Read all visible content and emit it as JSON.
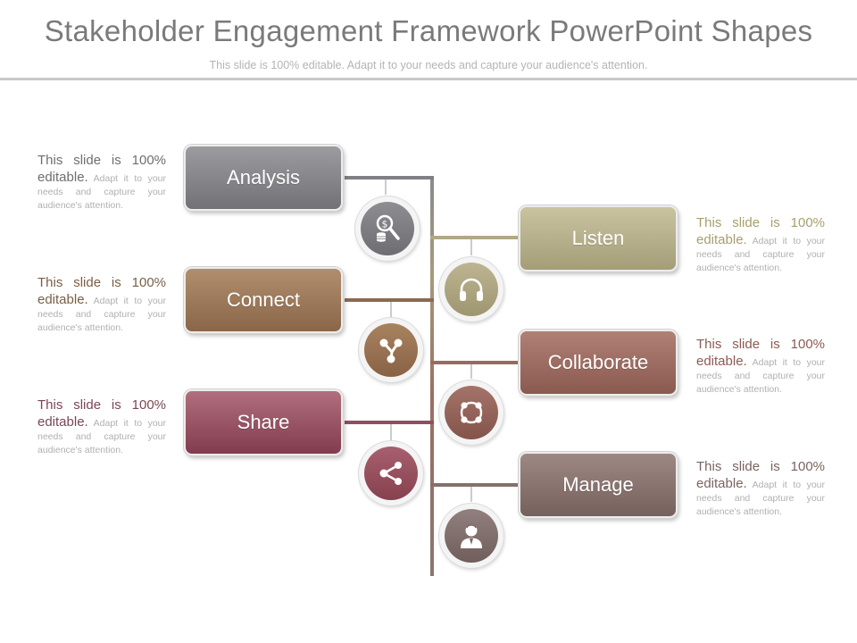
{
  "title": "Stakeholder Engagement Framework PowerPoint Shapes",
  "subtitle": "This slide is 100% editable. Adapt it to your needs and capture your audience's attention.",
  "desc_lead": "This slide is 100% editable.",
  "desc_rest": "Adapt it to your needs and capture your audience's attention.",
  "colors": {
    "gray": "#8a8a8e",
    "tan": "#b5af8a",
    "brown": "#9a7658",
    "rose": "#9c5866",
    "collab": "#9d6b62",
    "manage": "#8c7470"
  },
  "left_items": [
    {
      "label": "Analysis",
      "icon": "money-search-icon"
    },
    {
      "label": "Connect",
      "icon": "network-icon"
    },
    {
      "label": "Share",
      "icon": "share-icon"
    }
  ],
  "right_items": [
    {
      "label": "Listen",
      "icon": "headphones-icon"
    },
    {
      "label": "Collaborate",
      "icon": "circle-nodes-icon"
    },
    {
      "label": "Manage",
      "icon": "manager-icon"
    }
  ]
}
